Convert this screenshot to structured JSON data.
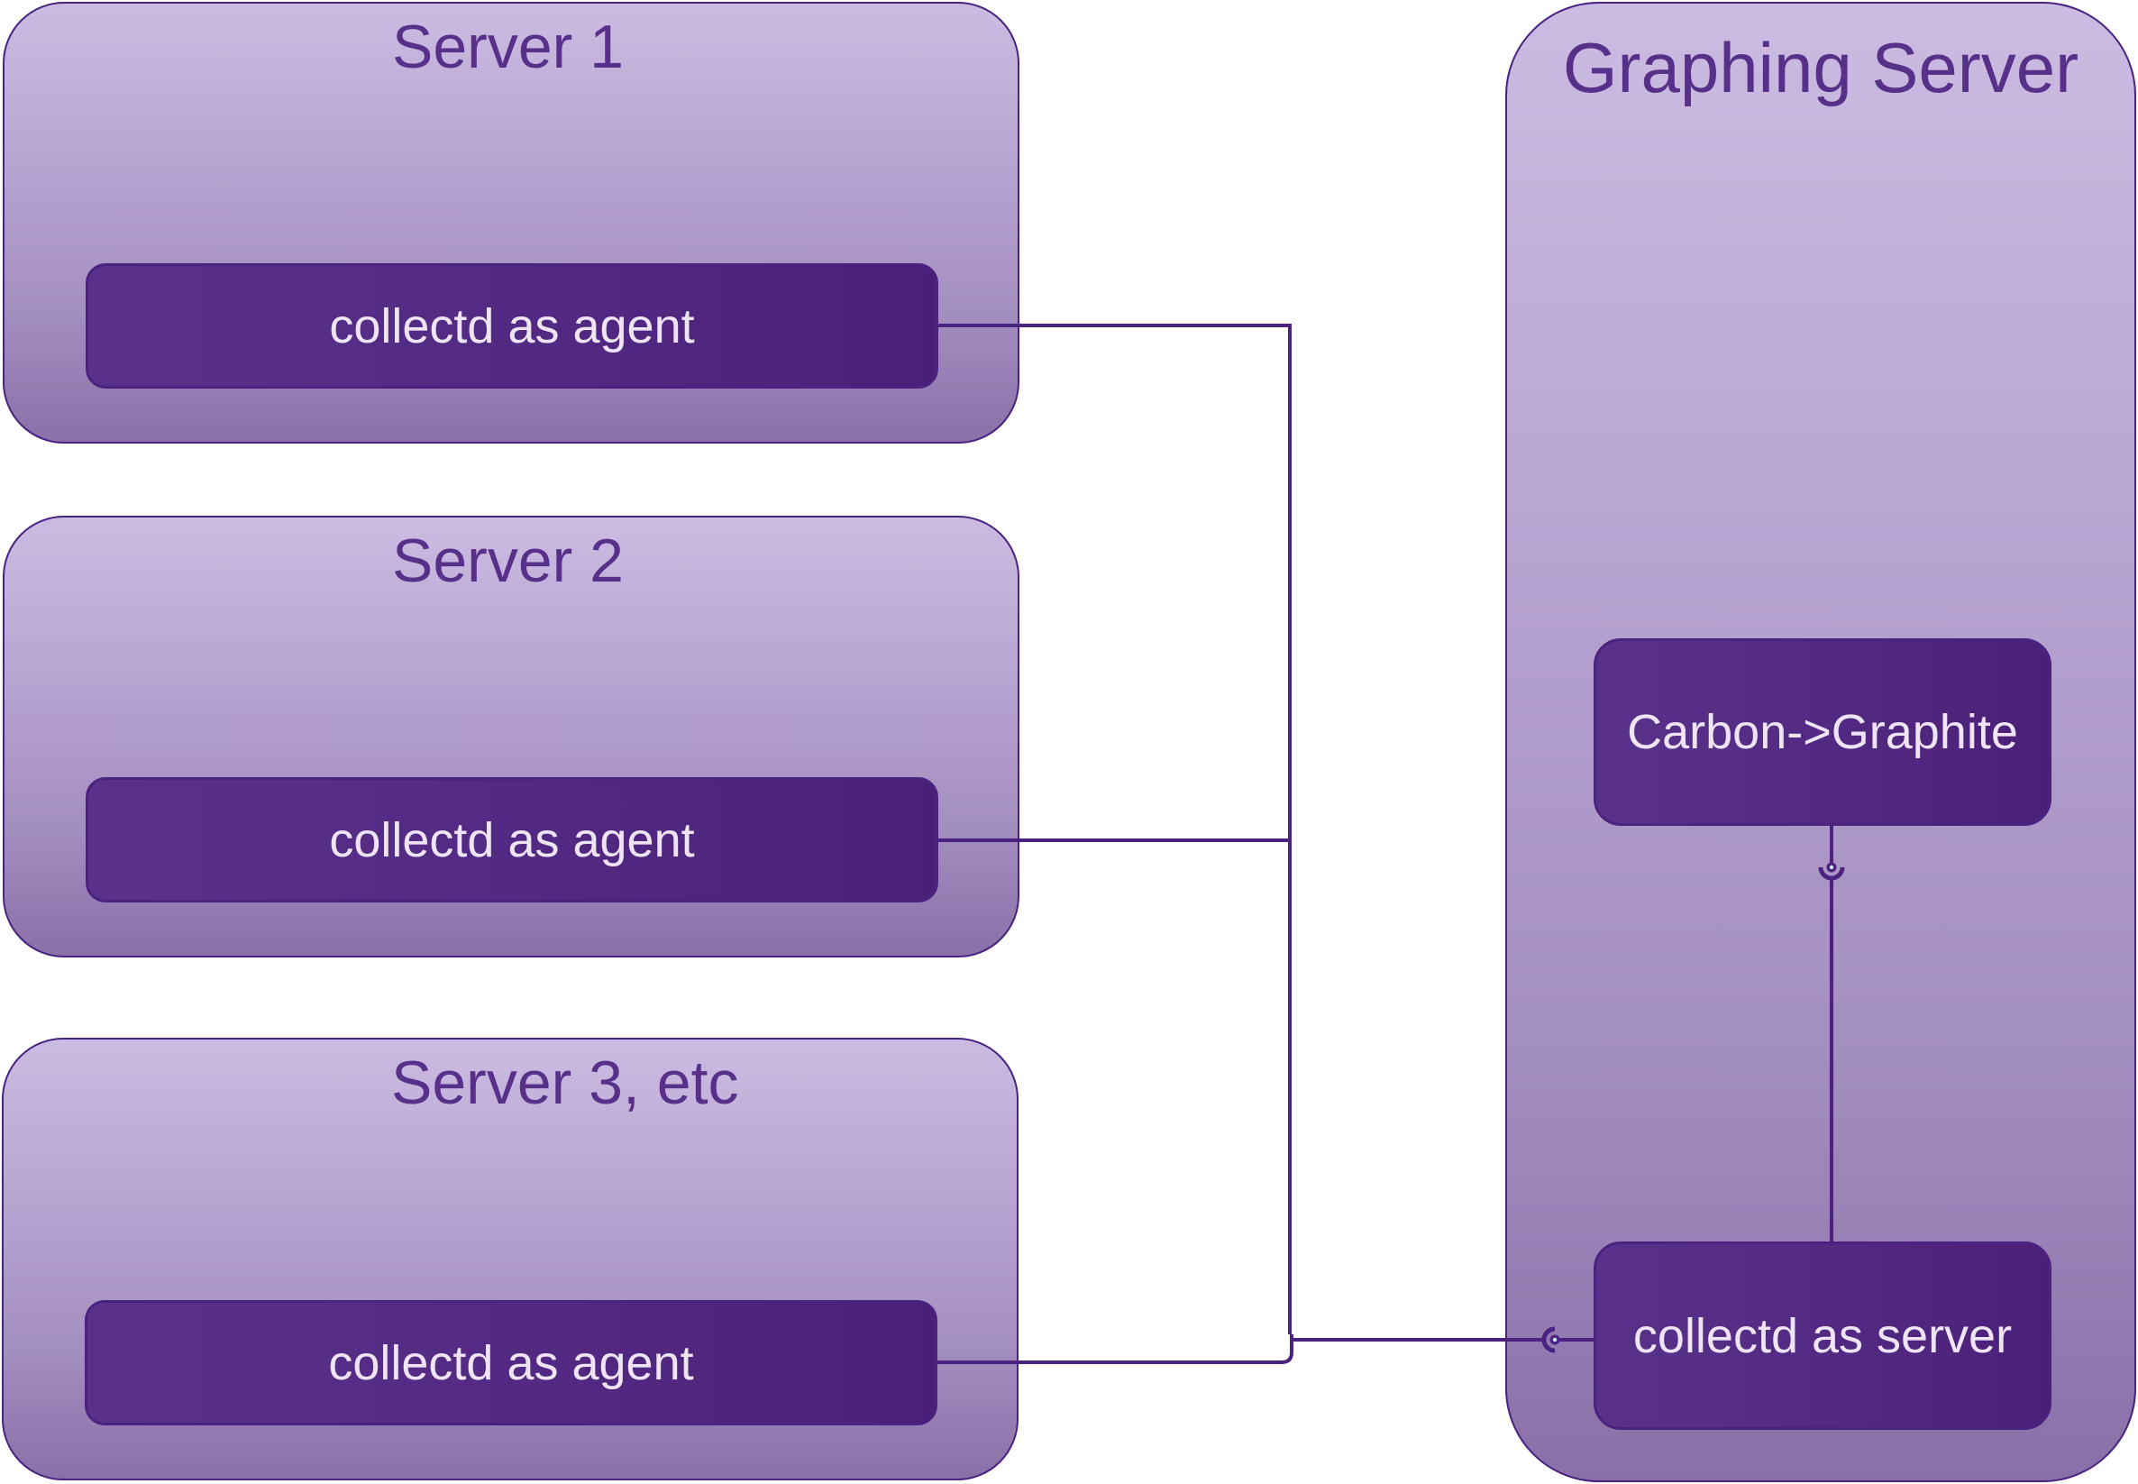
{
  "diagram": {
    "type": "architecture",
    "agents": [
      {
        "title": "Server 1",
        "component": "collectd as agent"
      },
      {
        "title": "Server 2",
        "component": "collectd as agent"
      },
      {
        "title": "Server 3, etc",
        "component": "collectd as agent"
      }
    ],
    "graphing_server": {
      "title": "Graphing Server",
      "components": {
        "carbon": "Carbon->Graphite",
        "collectd_server": "collectd as server"
      }
    },
    "connections": [
      {
        "from": "Server 1 / collectd as agent",
        "to": "collectd as server",
        "style": "line"
      },
      {
        "from": "Server 2 / collectd as agent",
        "to": "collectd as server",
        "style": "line"
      },
      {
        "from": "Server 3, etc / collectd as agent",
        "to": "collectd as server",
        "style": "line"
      },
      {
        "from": "bus",
        "to": "collectd as server",
        "style": "required-interface (socket/ball)"
      },
      {
        "from": "collectd as server",
        "to": "Carbon->Graphite",
        "style": "required-interface (socket/ball)"
      }
    ],
    "colors": {
      "container_top": "#cbbbe2",
      "container_bottom": "#8a70a8",
      "border": "#4a2280",
      "component_fill": "#532a83",
      "title_text": "#573189",
      "component_text": "#eee4f4"
    }
  }
}
